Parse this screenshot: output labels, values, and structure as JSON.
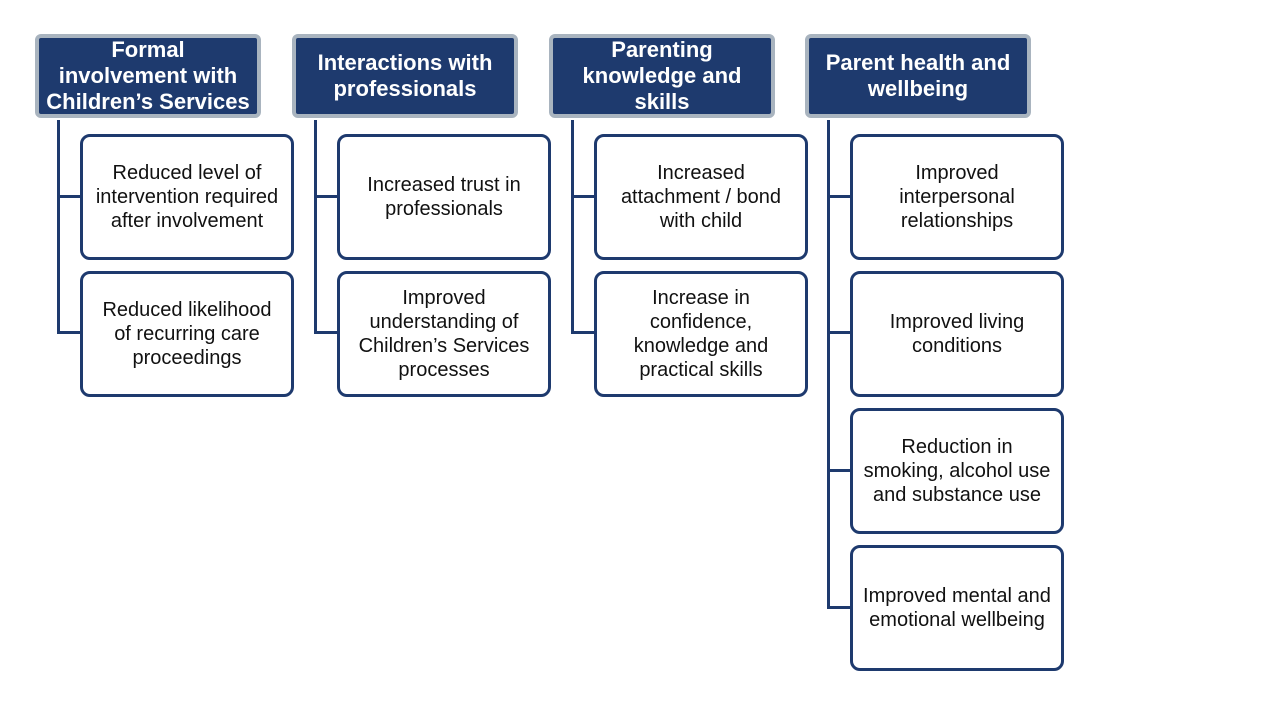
{
  "colors": {
    "header_fill": "#1e3a6e",
    "header_border": "#a9b4bf",
    "box_border": "#1e3a6e",
    "connector": "#1e3a6e"
  },
  "columns": [
    {
      "title": "Formal involvement with Children’s Services",
      "items": [
        "Reduced level of intervention required after involvement",
        "Reduced likelihood of recurring care proceedings"
      ]
    },
    {
      "title": "Interactions with professionals",
      "items": [
        "Increased trust in professionals",
        "Improved understanding of Children’s Services processes"
      ]
    },
    {
      "title": "Parenting knowledge and skills",
      "items": [
        "Increased attachment / bond with child",
        "Increase in confidence, knowledge and practical skills"
      ]
    },
    {
      "title": "Parent health and wellbeing",
      "items": [
        "Improved interpersonal relationships",
        "Improved living conditions",
        "Reduction in smoking, alcohol use and substance use",
        "Improved mental and emotional wellbeing"
      ]
    }
  ]
}
